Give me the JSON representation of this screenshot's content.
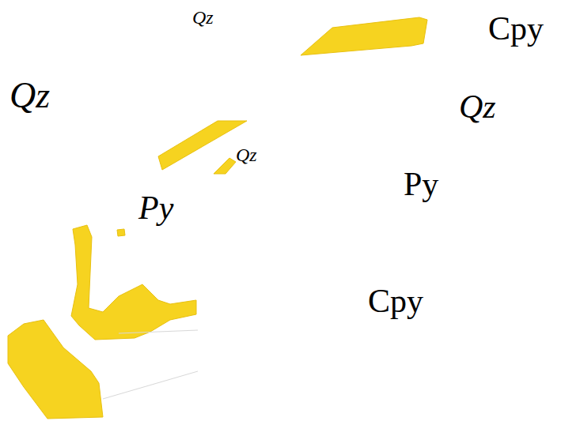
{
  "diagram": {
    "labels": [
      "Qz",
      "Cpy",
      "Qz",
      "Qz",
      "Qz",
      "Py",
      "Py",
      "Cpy"
    ]
  }
}
